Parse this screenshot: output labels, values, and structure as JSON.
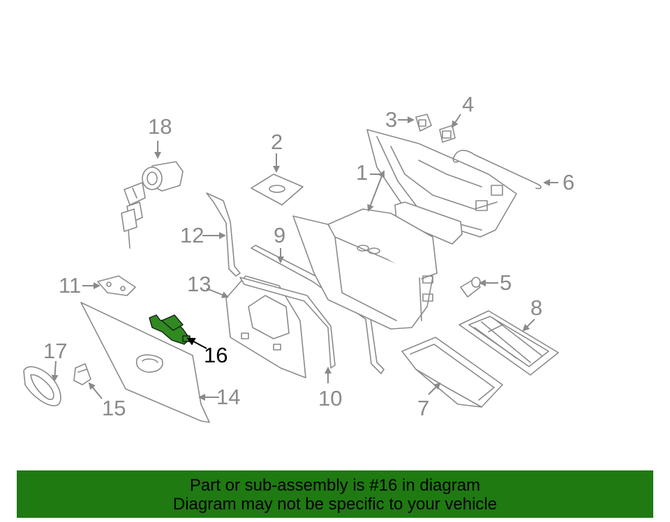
{
  "diagram": {
    "highlighted_part": "16",
    "highlight_color": "#2f8a1f",
    "callouts": [
      "1",
      "2",
      "3",
      "4",
      "5",
      "6",
      "7",
      "8",
      "9",
      "10",
      "11",
      "12",
      "13",
      "14",
      "15",
      "16",
      "17",
      "18"
    ]
  },
  "banner": {
    "background": "#1f7a12",
    "line1": "Part or sub-assembly is #16 in diagram",
    "line2": "Diagram may not be specific to your vehicle"
  }
}
